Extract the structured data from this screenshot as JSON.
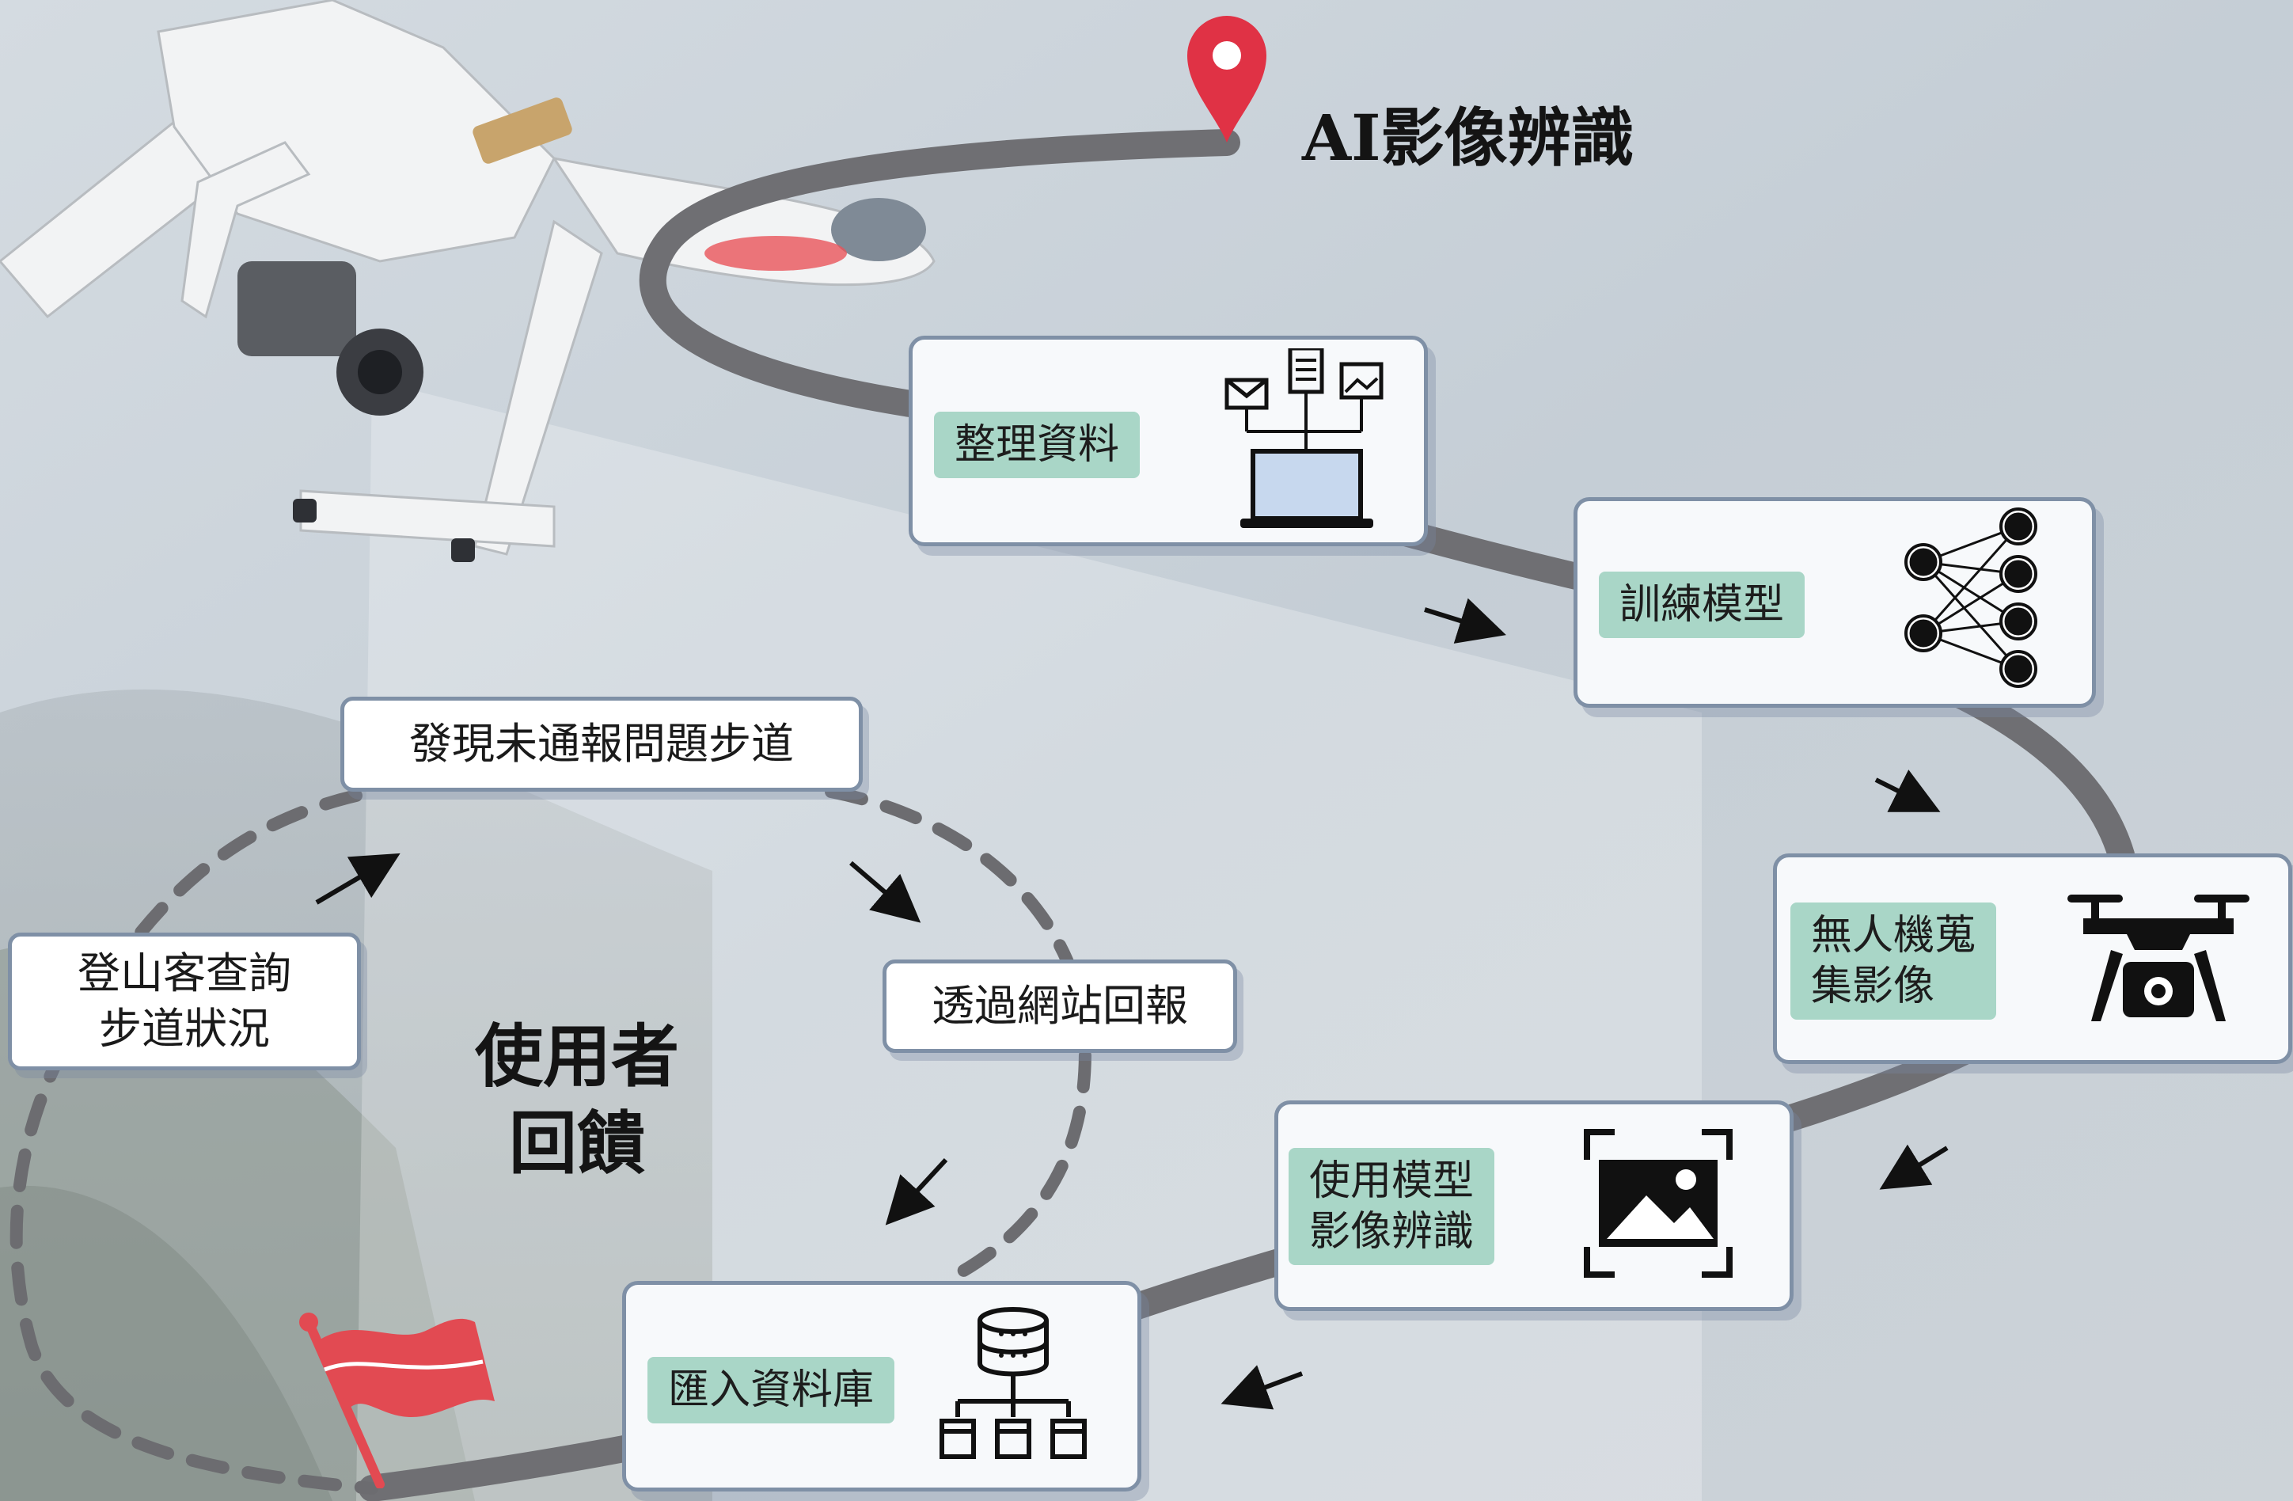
{
  "title": "AI影像辨識",
  "feedback_title": "使用者\n回饋",
  "steps": [
    {
      "label": "整理資料",
      "icon": "laptop-data-icon"
    },
    {
      "label": "訓練模型",
      "icon": "neural-network-icon"
    },
    {
      "label": "無人機蒐\n集影像",
      "icon": "drone-icon"
    },
    {
      "label": "使用模型\n影像辨識",
      "icon": "image-recognition-icon"
    },
    {
      "label": "匯入資料庫",
      "icon": "database-icon"
    }
  ],
  "feedback_steps": [
    {
      "label": "登山客查詢\n步道狀況"
    },
    {
      "label": "發現未通報問題步道"
    },
    {
      "label": "透過網站回報"
    }
  ],
  "colors": {
    "path": "#6f6f73",
    "dashed": "#6c6c70",
    "pin": "#e03245",
    "flag": "#e24a52",
    "label_bg": "#a9d6c7",
    "box_border": "#7f90a6"
  }
}
